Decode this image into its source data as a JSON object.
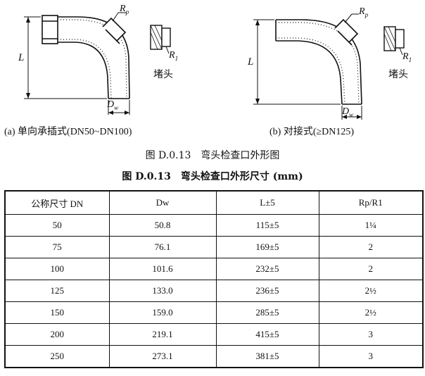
{
  "figure": {
    "label_rp": "R",
    "label_rp_sub": "p",
    "label_r1": "R",
    "label_r1_sub": "1",
    "label_l": "L",
    "label_dw": "D",
    "label_dw_sub": "w",
    "plug_label": "堵头",
    "caption_a": "(a) 单向承插式(DN50~DN100)",
    "caption_b": "(b) 对接式(≥DN125)"
  },
  "figure_title": "图 D.0.13　弯头检查口外形图",
  "table_title": "图 D.0.13　弯头检查口外形尺寸 (mm)",
  "table": {
    "headers": [
      "公称尺寸 DN",
      "Dw",
      "L±5",
      "Rp/R1"
    ],
    "rows": [
      [
        "50",
        "50.8",
        "115±5",
        "1¼"
      ],
      [
        "75",
        "76.1",
        "169±5",
        "2"
      ],
      [
        "100",
        "101.6",
        "232±5",
        "2"
      ],
      [
        "125",
        "133.0",
        "236±5",
        "2½"
      ],
      [
        "150",
        "159.0",
        "285±5",
        "2½"
      ],
      [
        "200",
        "219.1",
        "415±5",
        "3"
      ],
      [
        "250",
        "273.1",
        "381±5",
        "3"
      ]
    ]
  }
}
